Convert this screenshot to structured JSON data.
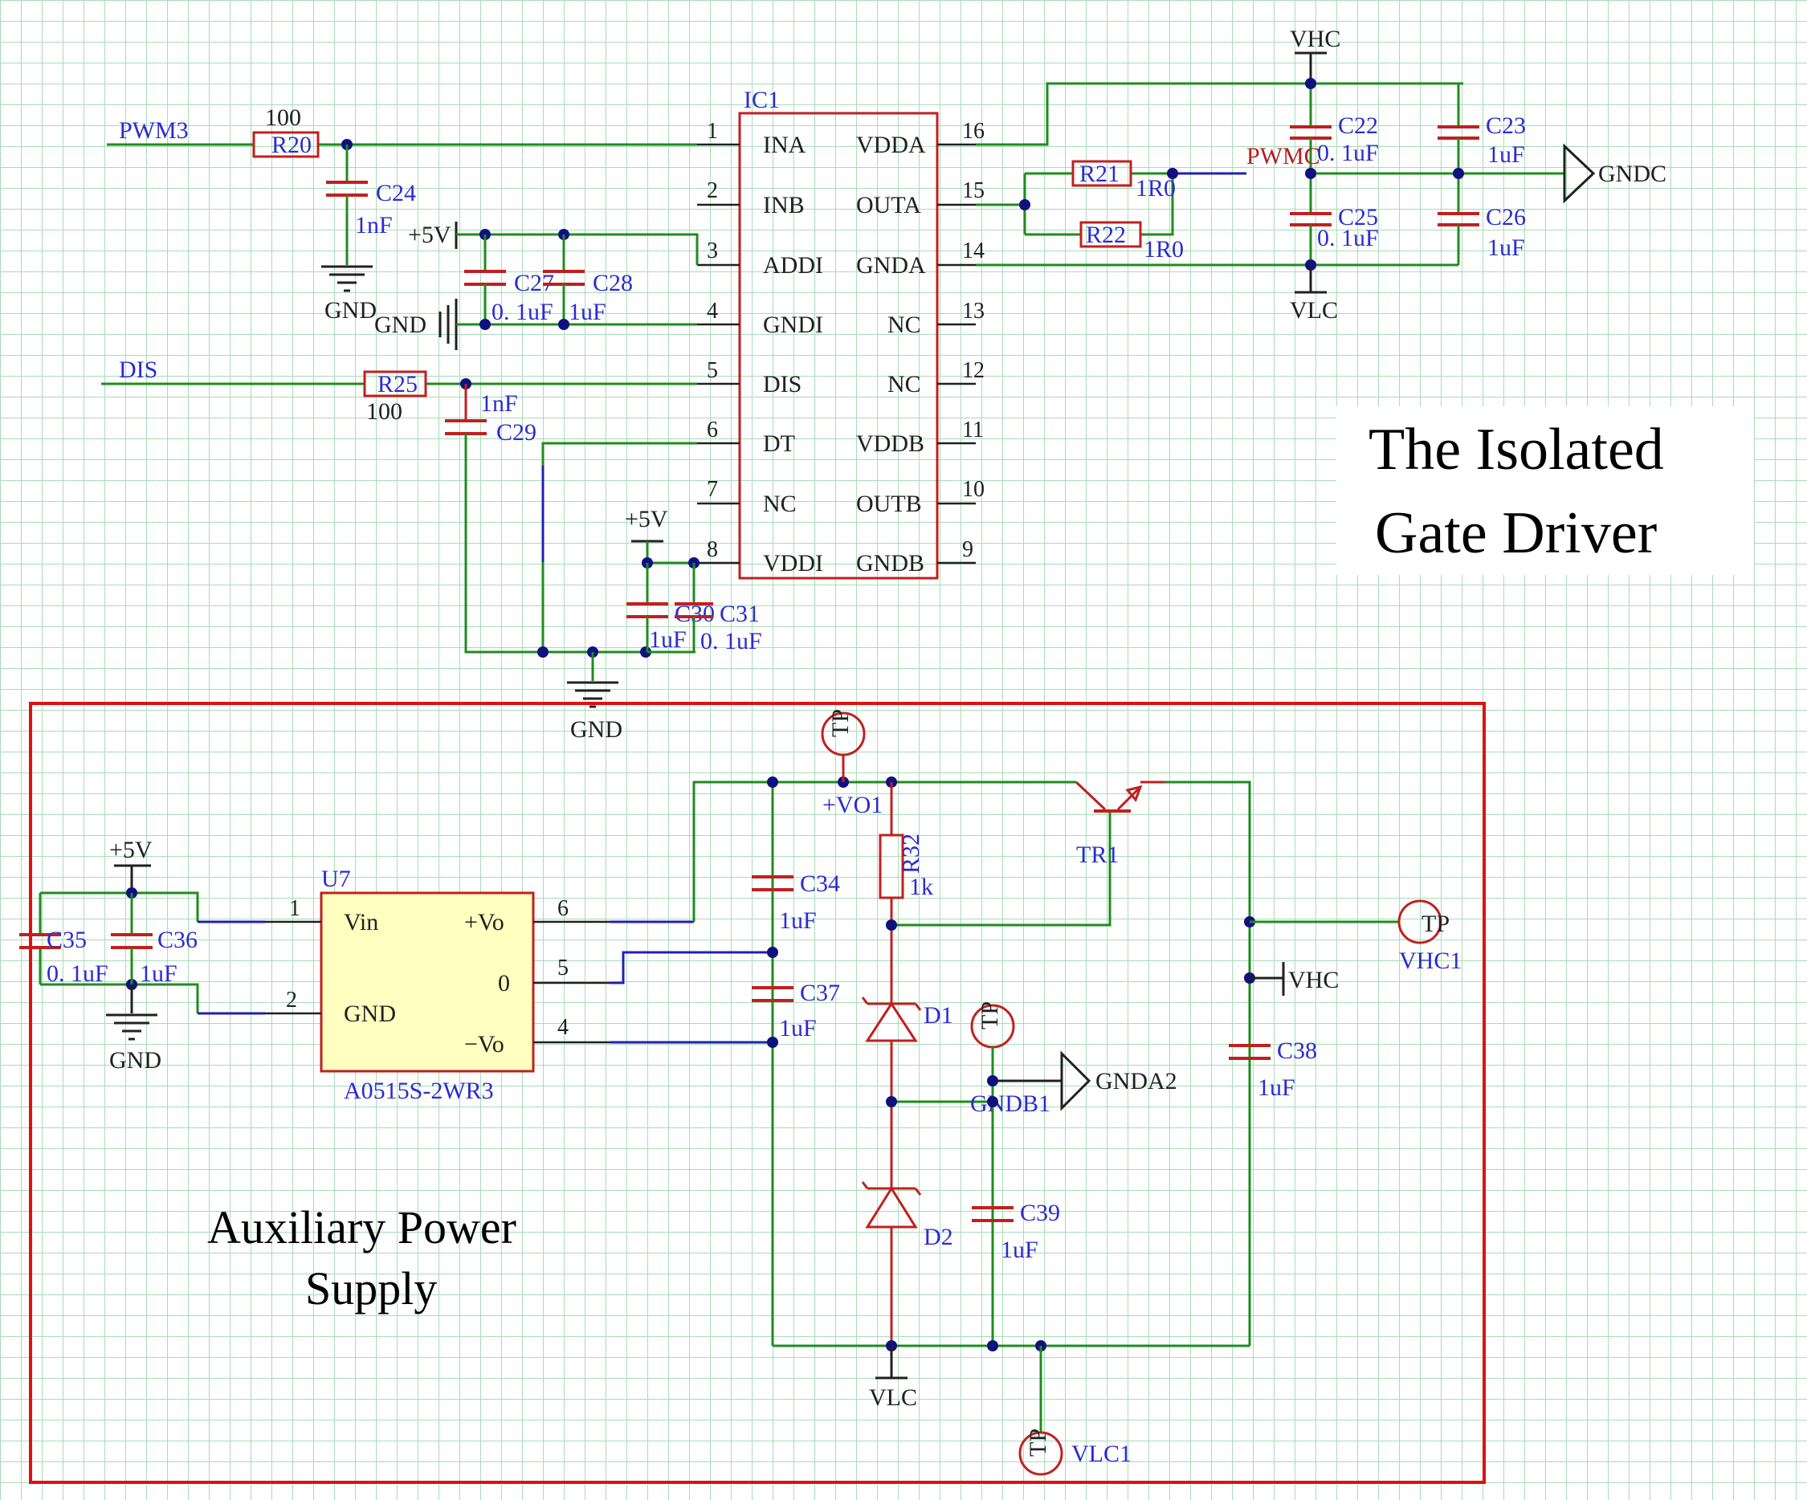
{
  "titles": {
    "gate_driver_line1": "The Isolated",
    "gate_driver_line2": "Gate Driver",
    "aux_line1": "Auxiliary Power",
    "aux_line2": "Supply"
  },
  "ic1": {
    "name": "IC1",
    "left_pins": [
      {
        "num": "1",
        "name": "INA"
      },
      {
        "num": "2",
        "name": "INB"
      },
      {
        "num": "3",
        "name": "ADDI"
      },
      {
        "num": "4",
        "name": "GNDI"
      },
      {
        "num": "5",
        "name": "DIS"
      },
      {
        "num": "6",
        "name": "DT"
      },
      {
        "num": "7",
        "name": "NC"
      },
      {
        "num": "8",
        "name": "VDDI"
      }
    ],
    "right_pins": [
      {
        "num": "16",
        "name": "VDDA"
      },
      {
        "num": "15",
        "name": "OUTA"
      },
      {
        "num": "14",
        "name": "GNDA"
      },
      {
        "num": "13",
        "name": "NC"
      },
      {
        "num": "12",
        "name": "NC"
      },
      {
        "num": "11",
        "name": "VDDB"
      },
      {
        "num": "10",
        "name": "OUTB"
      },
      {
        "num": "9",
        "name": "GNDB"
      }
    ]
  },
  "u7": {
    "name": "U7",
    "part": "A0515S-2WR3",
    "left_pins": [
      {
        "num": "1",
        "name": "Vin"
      },
      {
        "num": "2",
        "name": "GND"
      }
    ],
    "right_pins": [
      {
        "num": "6",
        "name": "+Vo"
      },
      {
        "num": "5",
        "name": "0"
      },
      {
        "num": "4",
        "name": "−Vo"
      }
    ]
  },
  "nets": {
    "pwm3": "PWM3",
    "dis": "DIS",
    "plus5v": "+5V",
    "gnd": "GND",
    "vhc": "VHC",
    "vlc": "VLC",
    "gndc": "GNDC",
    "pwmc": "PWMC",
    "gnda2": "GNDA2",
    "gndb1": "GNDB1",
    "vo1": "+VO1",
    "vhc1": "VHC1",
    "vlc1": "VLC1",
    "tp": "TP"
  },
  "components": {
    "r20": {
      "ref": "R20",
      "value": "100"
    },
    "r25": {
      "ref": "R25",
      "value": "100"
    },
    "r21": {
      "ref": "R21",
      "value": "1R0"
    },
    "r22": {
      "ref": "R22",
      "value": "1R0"
    },
    "r32": {
      "ref": "R32",
      "value": "1k"
    },
    "c24": {
      "ref": "C24",
      "value": "1nF"
    },
    "c27": {
      "ref": "C27",
      "value": "0. 1uF"
    },
    "c28": {
      "ref": "C28",
      "value": "1uF"
    },
    "c29": {
      "ref": "C29",
      "value": "1nF"
    },
    "c30": {
      "ref": "C30",
      "value": "1uF"
    },
    "c31": {
      "ref": "C31",
      "value": "0. 1uF"
    },
    "c22": {
      "ref": "C22",
      "value": "0. 1uF"
    },
    "c23": {
      "ref": "C23",
      "value": "1uF"
    },
    "c25": {
      "ref": "C25",
      "value": "0. 1uF"
    },
    "c26": {
      "ref": "C26",
      "value": "1uF"
    },
    "c34": {
      "ref": "C34",
      "value": "1uF"
    },
    "c35": {
      "ref": "C35",
      "value": "0. 1uF"
    },
    "c36": {
      "ref": "C36",
      "value": "1uF"
    },
    "c37": {
      "ref": "C37",
      "value": "1uF"
    },
    "c38": {
      "ref": "C38",
      "value": "1uF"
    },
    "c39": {
      "ref": "C39",
      "value": "1uF"
    },
    "d1": {
      "ref": "D1"
    },
    "d2": {
      "ref": "D2"
    },
    "tr1": {
      "ref": "TR1"
    }
  },
  "colors": {
    "grid": "#a8dcb8",
    "wire": "#1e8c1e",
    "wire_blue": "#2020b0",
    "component": "#c02020",
    "ic_fill": "#ffffc0",
    "junction": "#101080",
    "frame": "#e01010"
  }
}
